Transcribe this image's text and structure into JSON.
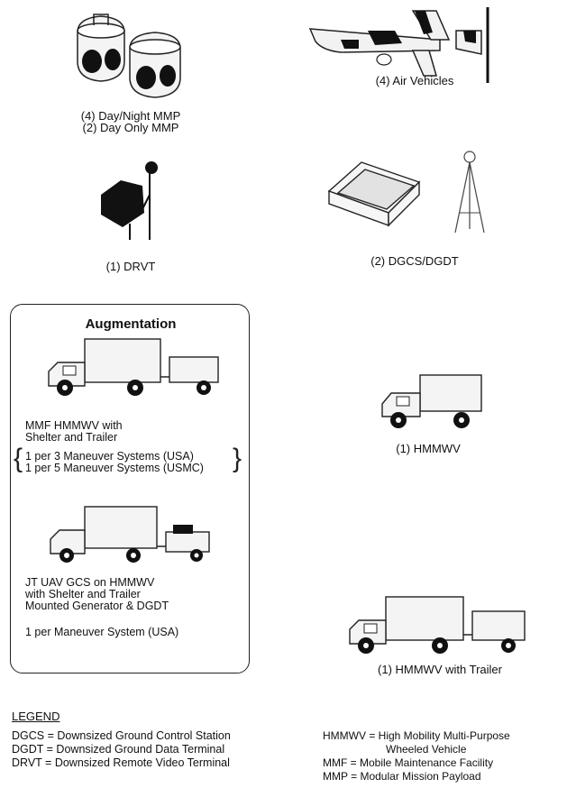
{
  "captions": {
    "mmp_line1": "(4) Day/Night MMP",
    "mmp_line2": "(2) Day Only MMP",
    "air_vehicles": "(4) Air Vehicles",
    "drvt": "(1) DRVT",
    "dgcs": "(2) DGCS/DGDT",
    "hmmwv": "(1) HMMWV",
    "hmmwv_trailer": "(1) HMMWV with Trailer"
  },
  "augmentation": {
    "title": "Augmentation",
    "mmf_line1": "MMF HMMWV with",
    "mmf_line2": "Shelter and Trailer",
    "ratio_line1": "1 per 3 Maneuver Systems (USA)",
    "ratio_line2": "1 per 5 Maneuver Systems (USMC)",
    "gcs_line1": "JT UAV GCS on HMMWV",
    "gcs_line2": "with Shelter and Trailer",
    "gcs_line3": "Mounted Generator & DGDT",
    "gcs_ratio": "1 per Maneuver System (USA)"
  },
  "legend": {
    "heading": "LEGEND",
    "left": [
      "DGCS = Downsized Ground Control Station",
      "DGDT = Downsized Ground Data Terminal",
      "DRVT = Downsized Remote Video Terminal"
    ],
    "right_line1": "HMMWV = High Mobility Multi-Purpose",
    "right_line2": "Wheeled Vehicle",
    "right_line3": "MMF = Mobile Maintenance Facility",
    "right_line4": "MMP = Modular Mission Payload"
  }
}
